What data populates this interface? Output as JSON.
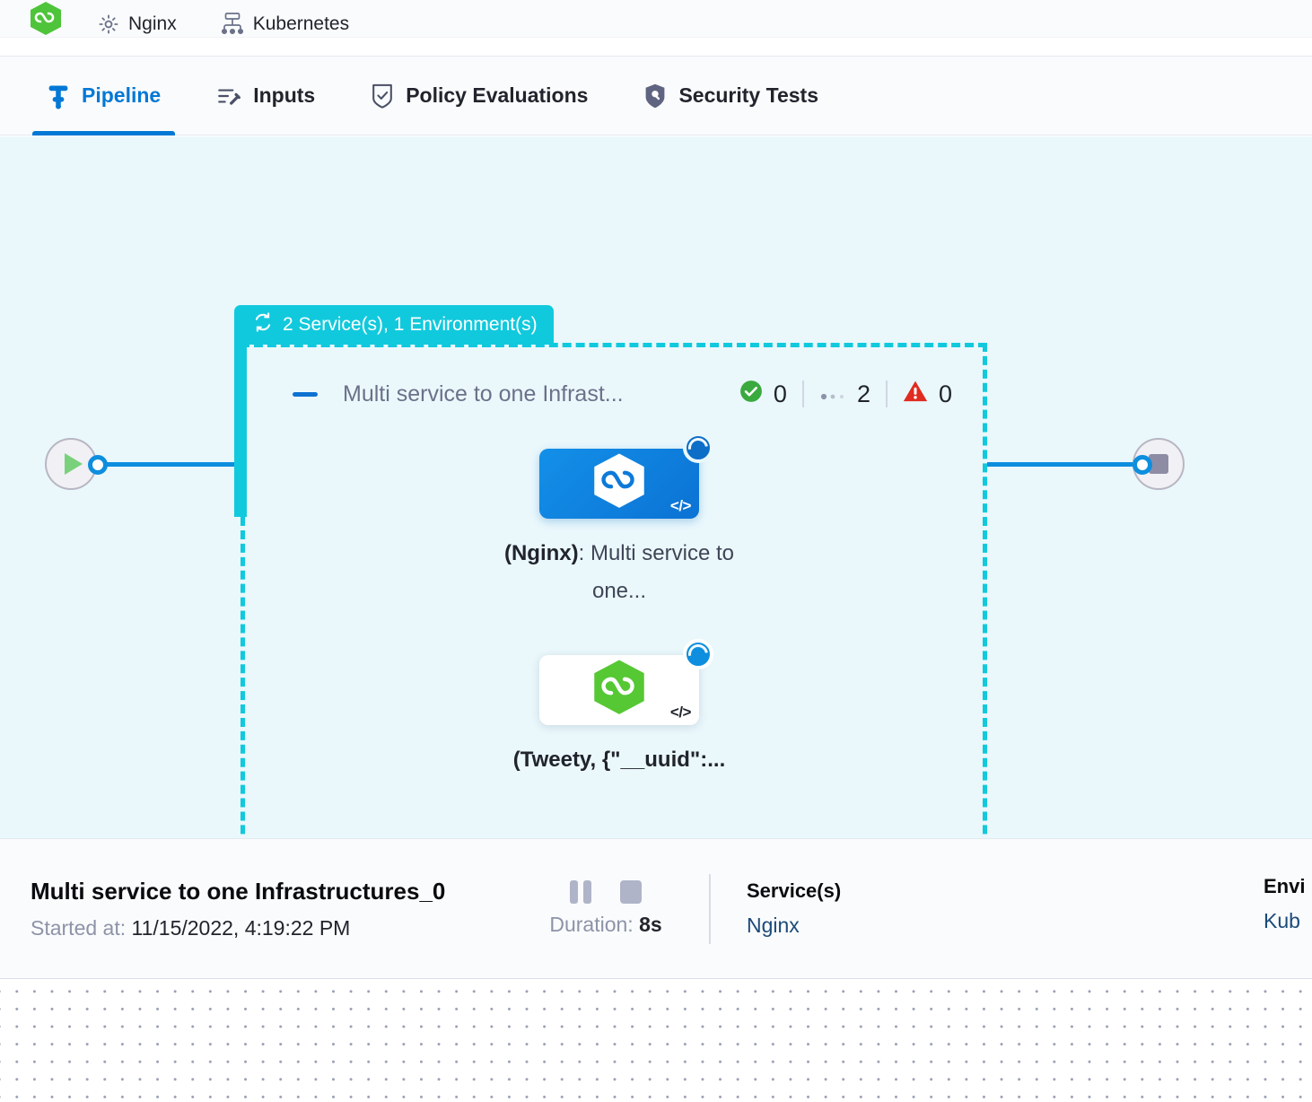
{
  "context_strip": {
    "items": [
      {
        "icon": "hexagon-green-icon",
        "label": ""
      },
      {
        "icon": "gear-icon",
        "label": "Nginx"
      },
      {
        "icon": "infrastructure-icon",
        "label": "Kubernetes"
      }
    ]
  },
  "tabs": [
    {
      "id": "pipeline",
      "label": "Pipeline",
      "icon": "pipeline-icon",
      "active": true
    },
    {
      "id": "inputs",
      "label": "Inputs",
      "icon": "inputs-wand-icon",
      "active": false
    },
    {
      "id": "policy-evaluations",
      "label": "Policy Evaluations",
      "icon": "policy-shield-check-icon",
      "active": false
    },
    {
      "id": "security-tests",
      "label": "Security Tests",
      "icon": "security-shield-icon",
      "active": false
    }
  ],
  "pipeline": {
    "start_node": {
      "icon": "play-icon"
    },
    "stop_node": {
      "icon": "stop-icon"
    },
    "group": {
      "banner_label": "2 Service(s), 1 Environment(s)",
      "banner_icon": "loop-repeat-icon",
      "banner_color": "#11c9dd",
      "collapse_icon": "collapse-dash-icon",
      "title": "Multi service to one Infrast...",
      "stats": [
        {
          "icon": "success-check-icon",
          "color": "#3aa93e",
          "value": "0"
        },
        {
          "icon": "pending-dots-icon",
          "color": "#8d93a8",
          "value": "2"
        },
        {
          "icon": "error-warning-icon",
          "color": "#e02b20",
          "value": "0"
        }
      ]
    },
    "nodes": [
      {
        "id": "node-nginx",
        "selected": true,
        "hex_color": "#ffffff",
        "card_color": "#0d7ad8",
        "status_badge": "running-spinner-icon",
        "code_badge": "code-icon",
        "label_bold": "(Nginx)",
        "label_rest": ": Multi service to one..."
      },
      {
        "id": "node-tweety",
        "selected": false,
        "hex_color": "#55c833",
        "card_color": "#ffffff",
        "status_badge": "running-spinner-icon",
        "code_badge": "code-icon",
        "label_bold": "(Tweety, {\"__uuid\":...",
        "label_rest": ""
      }
    ]
  },
  "detail": {
    "title": "Multi service to one Infrastructures_0",
    "started_label": "Started at:",
    "started_value": "11/15/2022, 4:19:22 PM",
    "controls": [
      {
        "name": "pause-button",
        "icon": "pause-icon"
      },
      {
        "name": "stop-button",
        "icon": "stop-square-icon"
      }
    ],
    "duration_label": "Duration:",
    "duration_value": "8s",
    "columns": [
      {
        "header": "Service(s)",
        "value": "Nginx"
      },
      {
        "header": "Envi",
        "value": "Kub"
      }
    ]
  }
}
